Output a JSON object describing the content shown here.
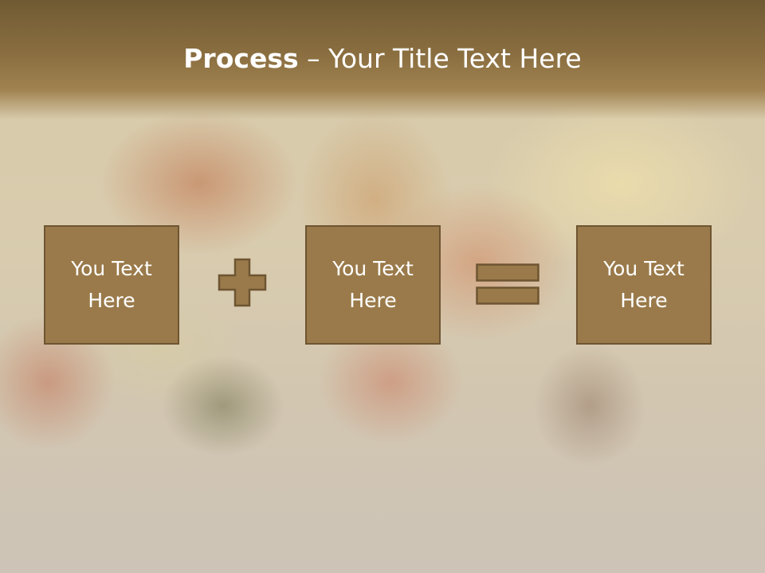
{
  "title": {
    "bold": "Process",
    "rest": " – Your Title Text Here"
  },
  "boxes": [
    {
      "line1": "You Text",
      "line2": "Here"
    },
    {
      "line1": "You Text",
      "line2": "Here"
    },
    {
      "line1": "You Text",
      "line2": "Here"
    }
  ],
  "operators": {
    "first": "plus-icon",
    "second": "equals-icon"
  },
  "colors": {
    "box_fill": "#9a7a4a",
    "box_border": "#6e5532",
    "title_band": "#8a6e40",
    "text": "#ffffff"
  }
}
